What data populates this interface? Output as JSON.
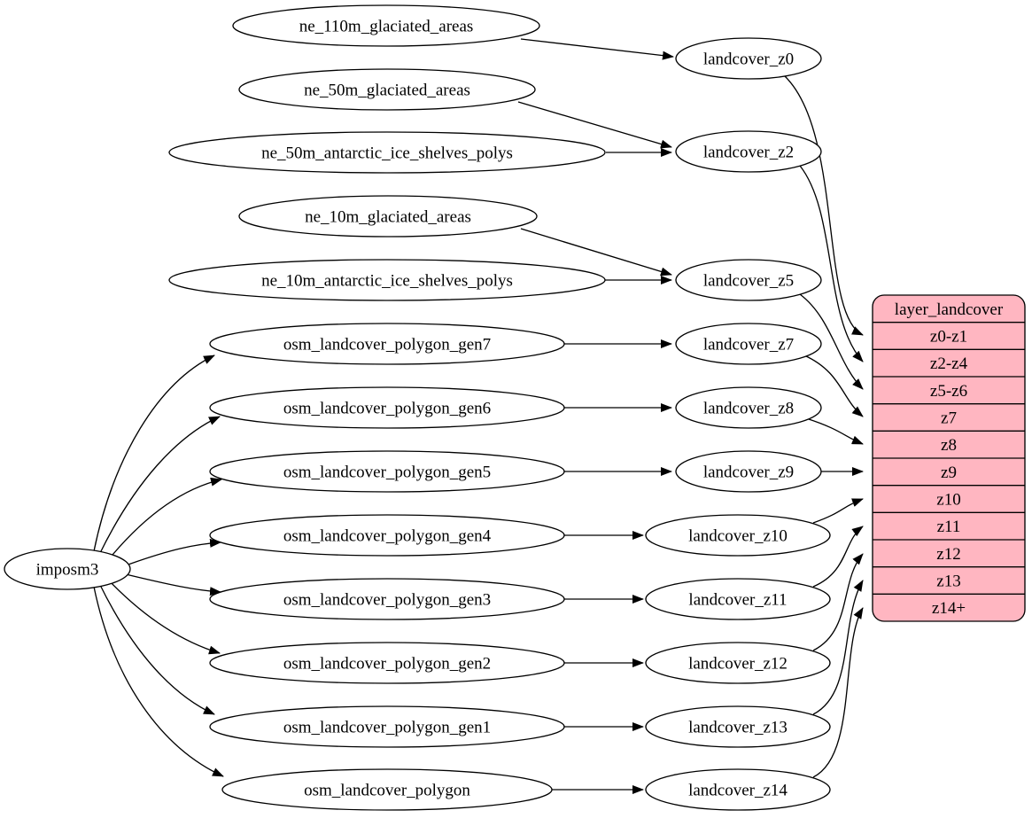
{
  "diagram": {
    "kind": "graphviz-dependency-graph",
    "background": "#ffffff",
    "colors": {
      "node_fill": "#ffffff",
      "record_fill": "#ffb6c1",
      "stroke": "#000000",
      "text": "#000000"
    }
  },
  "nodes": {
    "imposm3": "imposm3",
    "ne_110m_glaciated_areas": "ne_110m_glaciated_areas",
    "ne_50m_glaciated_areas": "ne_50m_glaciated_areas",
    "ne_50m_antarctic_ice_shelves_polys": "ne_50m_antarctic_ice_shelves_polys",
    "ne_10m_glaciated_areas": "ne_10m_glaciated_areas",
    "ne_10m_antarctic_ice_shelves_polys": "ne_10m_antarctic_ice_shelves_polys",
    "osm_landcover_polygon_gen7": "osm_landcover_polygon_gen7",
    "osm_landcover_polygon_gen6": "osm_landcover_polygon_gen6",
    "osm_landcover_polygon_gen5": "osm_landcover_polygon_gen5",
    "osm_landcover_polygon_gen4": "osm_landcover_polygon_gen4",
    "osm_landcover_polygon_gen3": "osm_landcover_polygon_gen3",
    "osm_landcover_polygon_gen2": "osm_landcover_polygon_gen2",
    "osm_landcover_polygon_gen1": "osm_landcover_polygon_gen1",
    "osm_landcover_polygon": "osm_landcover_polygon",
    "landcover_z0": "landcover_z0",
    "landcover_z2": "landcover_z2",
    "landcover_z5": "landcover_z5",
    "landcover_z7": "landcover_z7",
    "landcover_z8": "landcover_z8",
    "landcover_z9": "landcover_z9",
    "landcover_z10": "landcover_z10",
    "landcover_z11": "landcover_z11",
    "landcover_z12": "landcover_z12",
    "landcover_z13": "landcover_z13",
    "landcover_z14": "landcover_z14"
  },
  "record": {
    "title": "layer_landcover",
    "rows": [
      "z0-z1",
      "z2-z4",
      "z5-z6",
      "z7",
      "z8",
      "z9",
      "z10",
      "z11",
      "z12",
      "z13",
      "z14+"
    ]
  },
  "edges": [
    {
      "from": "imposm3",
      "to": "osm_landcover_polygon_gen7"
    },
    {
      "from": "imposm3",
      "to": "osm_landcover_polygon_gen6"
    },
    {
      "from": "imposm3",
      "to": "osm_landcover_polygon_gen5"
    },
    {
      "from": "imposm3",
      "to": "osm_landcover_polygon_gen4"
    },
    {
      "from": "imposm3",
      "to": "osm_landcover_polygon_gen3"
    },
    {
      "from": "imposm3",
      "to": "osm_landcover_polygon_gen2"
    },
    {
      "from": "imposm3",
      "to": "osm_landcover_polygon_gen1"
    },
    {
      "from": "imposm3",
      "to": "osm_landcover_polygon"
    },
    {
      "from": "ne_110m_glaciated_areas",
      "to": "landcover_z0"
    },
    {
      "from": "ne_50m_glaciated_areas",
      "to": "landcover_z2"
    },
    {
      "from": "ne_50m_antarctic_ice_shelves_polys",
      "to": "landcover_z2"
    },
    {
      "from": "ne_10m_glaciated_areas",
      "to": "landcover_z5"
    },
    {
      "from": "ne_10m_antarctic_ice_shelves_polys",
      "to": "landcover_z5"
    },
    {
      "from": "osm_landcover_polygon_gen7",
      "to": "landcover_z7"
    },
    {
      "from": "osm_landcover_polygon_gen6",
      "to": "landcover_z8"
    },
    {
      "from": "osm_landcover_polygon_gen5",
      "to": "landcover_z9"
    },
    {
      "from": "osm_landcover_polygon_gen4",
      "to": "landcover_z10"
    },
    {
      "from": "osm_landcover_polygon_gen3",
      "to": "landcover_z11"
    },
    {
      "from": "osm_landcover_polygon_gen2",
      "to": "landcover_z12"
    },
    {
      "from": "osm_landcover_polygon_gen1",
      "to": "landcover_z13"
    },
    {
      "from": "osm_landcover_polygon",
      "to": "landcover_z14"
    },
    {
      "from": "landcover_z0",
      "to": "layer_landcover:z0-z1"
    },
    {
      "from": "landcover_z2",
      "to": "layer_landcover:z2-z4"
    },
    {
      "from": "landcover_z5",
      "to": "layer_landcover:z5-z6"
    },
    {
      "from": "landcover_z7",
      "to": "layer_landcover:z7"
    },
    {
      "from": "landcover_z8",
      "to": "layer_landcover:z8"
    },
    {
      "from": "landcover_z9",
      "to": "layer_landcover:z9"
    },
    {
      "from": "landcover_z10",
      "to": "layer_landcover:z10"
    },
    {
      "from": "landcover_z11",
      "to": "layer_landcover:z11"
    },
    {
      "from": "landcover_z12",
      "to": "layer_landcover:z12"
    },
    {
      "from": "landcover_z13",
      "to": "layer_landcover:z13"
    },
    {
      "from": "landcover_z14",
      "to": "layer_landcover:z14+"
    }
  ]
}
